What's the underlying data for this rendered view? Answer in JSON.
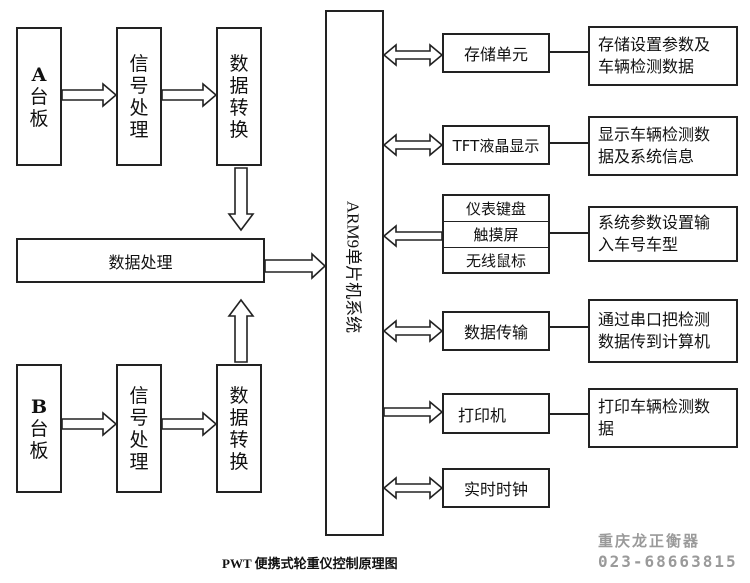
{
  "diagram": {
    "a_board": [
      "A",
      "台",
      "板"
    ],
    "b_board": [
      "B",
      "台",
      "板"
    ],
    "signal_processing": [
      "信",
      "号",
      "处",
      "理"
    ],
    "data_conversion": [
      "数",
      "据",
      "转",
      "换"
    ],
    "data_processing": "数据处理",
    "arm": {
      "latin": "ARM9",
      "cjk": "单片机系统"
    },
    "storage": "存储单元",
    "storage_desc": [
      "存储设置参数及",
      "车辆检测数据"
    ],
    "tft_display": "TFT液晶显示",
    "display_desc": [
      "显示车辆检测数",
      "据及系统信息"
    ],
    "keyboard": "仪表键盘",
    "touchscreen": "触摸屏",
    "wireless_mouse": "无线鼠标",
    "input_desc": [
      "系统参数设置输",
      "入车号车型"
    ],
    "data_transfer": "数据传输",
    "transfer_desc": [
      "通过串口把检测",
      "数据传到计算机"
    ],
    "printer": "打印机",
    "printer_desc": [
      "打印车辆检测数",
      "据"
    ],
    "clock": "实时时钟",
    "caption": "PWT 便携式轮重仪控制原理图",
    "watermark": {
      "company": "重庆龙正衡器",
      "phone": "023-68663815"
    }
  }
}
